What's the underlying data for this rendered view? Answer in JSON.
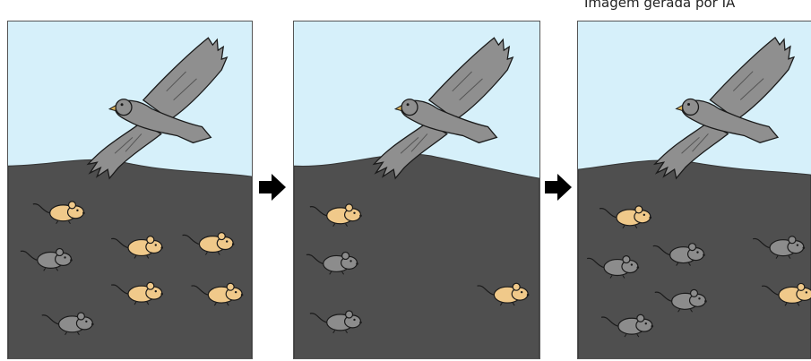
{
  "caption": "Imagem gerada por IA",
  "colors": {
    "sky": "#d6f0fa",
    "ground": "#4f4f4f",
    "bird": "#8f8f8f",
    "mouse_light": "#f0c98a",
    "mouse_dark": "#8c8c8c",
    "outline": "#1a1a1a"
  },
  "panels": [
    {
      "name": "panel-before",
      "mice": [
        {
          "color": "light",
          "label": "light-mouse"
        },
        {
          "color": "dark",
          "label": "dark-mouse"
        },
        {
          "color": "light",
          "label": "light-mouse"
        },
        {
          "color": "light",
          "label": "light-mouse"
        },
        {
          "color": "light",
          "label": "light-mouse"
        },
        {
          "color": "light",
          "label": "light-mouse"
        },
        {
          "color": "dark",
          "label": "dark-mouse"
        }
      ]
    },
    {
      "name": "panel-predation",
      "mice": [
        {
          "color": "light",
          "label": "light-mouse"
        },
        {
          "color": "dark",
          "label": "dark-mouse"
        },
        {
          "color": "light",
          "label": "light-mouse"
        },
        {
          "color": "dark",
          "label": "dark-mouse"
        }
      ]
    },
    {
      "name": "panel-after",
      "mice": [
        {
          "color": "light",
          "label": "light-mouse"
        },
        {
          "color": "dark",
          "label": "dark-mouse"
        },
        {
          "color": "dark",
          "label": "dark-mouse"
        },
        {
          "color": "dark",
          "label": "dark-mouse"
        },
        {
          "color": "dark",
          "label": "dark-mouse"
        },
        {
          "color": "light",
          "label": "light-mouse"
        },
        {
          "color": "dark",
          "label": "dark-mouse"
        }
      ]
    }
  ],
  "arrows": [
    "right-arrow-icon",
    "right-arrow-icon"
  ]
}
